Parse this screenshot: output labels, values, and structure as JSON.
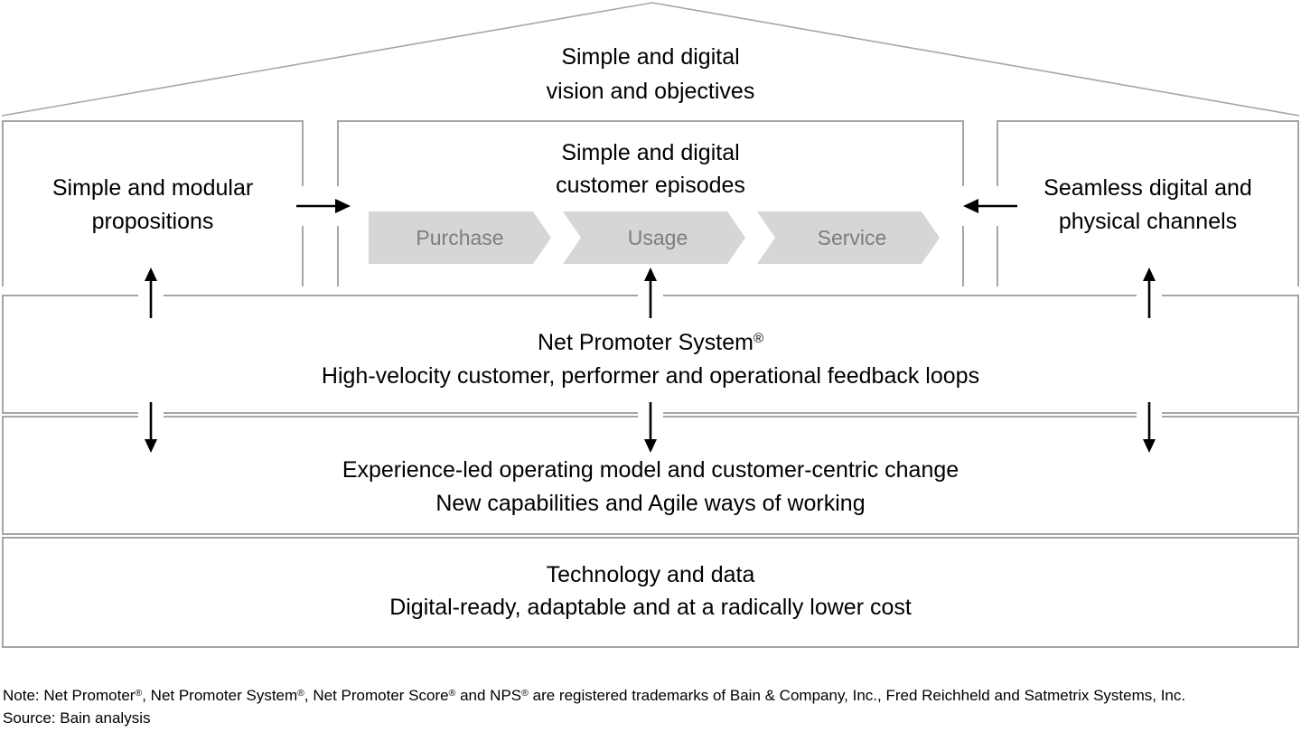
{
  "roof": {
    "line1": "Simple and digital",
    "line2": "vision and objectives"
  },
  "boxes": {
    "left": {
      "line1": "Simple and modular",
      "line2": "propositions"
    },
    "middle": {
      "line1": "Simple and digital",
      "line2": "customer episodes",
      "chevrons": [
        "Purchase",
        "Usage",
        "Service"
      ]
    },
    "right": {
      "line1": "Seamless digital and",
      "line2": "physical channels"
    }
  },
  "bands": {
    "nps": {
      "line1_segments": [
        {
          "t": "Net Promoter System"
        },
        {
          "sup": "®"
        }
      ],
      "line2": "High-velocity customer, performer and operational feedback loops"
    },
    "operating_model": {
      "line1": "Experience-led operating model and customer-centric change",
      "line2": "New capabilities and Agile ways of working"
    },
    "technology": {
      "line1": "Technology and data",
      "line2": "Digital-ready, adaptable and at a radically lower cost"
    }
  },
  "footer": {
    "note_segments": [
      {
        "t": "Note: Net Promoter"
      },
      {
        "sup": "®"
      },
      {
        "t": ", Net Promoter System"
      },
      {
        "sup": "®"
      },
      {
        "t": ", Net Promoter Score"
      },
      {
        "sup": "®"
      },
      {
        "t": " and NPS"
      },
      {
        "sup": "®"
      },
      {
        "t": " are registered trademarks of Bain & Company, Inc., Fred Reichheld and Satmetrix Systems, Inc."
      }
    ],
    "source": "Source: Bain analysis"
  },
  "colors": {
    "line_grey": "#a6a6a6",
    "chevron_fill": "#d6d6d6",
    "chevron_text": "#7d7d7d",
    "arrow_black": "#000000",
    "text": "#000000",
    "background": "#ffffff"
  }
}
